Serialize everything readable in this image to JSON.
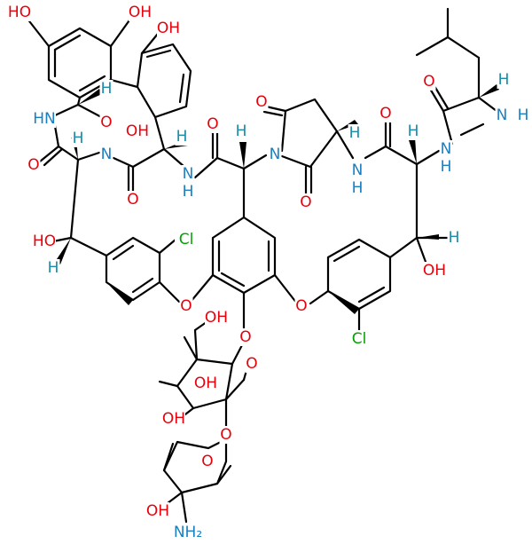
{
  "molecule": {
    "atom_labels": [
      {
        "id": "oh-top-left",
        "text": "HO",
        "color": "#e8000b"
      },
      {
        "id": "oh-top-mid",
        "text": "OH",
        "color": "#e8000b"
      },
      {
        "id": "oh-top-ring",
        "text": "OH",
        "color": "#e8000b"
      },
      {
        "id": "h-a1",
        "text": "H",
        "color": "#1a8ca8"
      },
      {
        "id": "nh-left",
        "text": "HN",
        "color": "#1a7fc1"
      },
      {
        "id": "oh-acid",
        "text": "OH",
        "color": "#e8000b"
      },
      {
        "id": "o-acid",
        "text": "O",
        "color": "#e8000b"
      },
      {
        "id": "h-a2",
        "text": "H",
        "color": "#1a8ca8"
      },
      {
        "id": "h-a3",
        "text": "H",
        "color": "#1a8ca8"
      },
      {
        "id": "o-left",
        "text": "O",
        "color": "#e8000b"
      },
      {
        "id": "n-2",
        "text": "N",
        "color": "#1a7fc1"
      },
      {
        "id": "h-n2",
        "text": "H",
        "color": "#1a7fc1"
      },
      {
        "id": "o-amide2",
        "text": "O",
        "color": "#e8000b"
      },
      {
        "id": "n-3",
        "text": "N",
        "color": "#1a7fc1"
      },
      {
        "id": "h-n3",
        "text": "H",
        "color": "#1a7fc1"
      },
      {
        "id": "o-amide3",
        "text": "O",
        "color": "#e8000b"
      },
      {
        "id": "h-a4",
        "text": "H",
        "color": "#1a8ca8"
      },
      {
        "id": "o-pyr-top",
        "text": "O",
        "color": "#e8000b"
      },
      {
        "id": "n-pyr",
        "text": "N",
        "color": "#1a7fc1"
      },
      {
        "id": "o-pyr-bot",
        "text": "O",
        "color": "#e8000b"
      },
      {
        "id": "h-a5",
        "text": "H",
        "color": "#1a8ca8"
      },
      {
        "id": "n-5",
        "text": "N",
        "color": "#1a7fc1"
      },
      {
        "id": "h-n5",
        "text": "H",
        "color": "#1a7fc1"
      },
      {
        "id": "o-amide5",
        "text": "O",
        "color": "#e8000b"
      },
      {
        "id": "h-a6",
        "text": "H",
        "color": "#1a8ca8"
      },
      {
        "id": "n-6",
        "text": "N",
        "color": "#1a7fc1"
      },
      {
        "id": "h-n6",
        "text": "H",
        "color": "#1a7fc1"
      },
      {
        "id": "o-leu",
        "text": "O",
        "color": "#e8000b"
      },
      {
        "id": "h-leu",
        "text": "H",
        "color": "#1a8ca8"
      },
      {
        "id": "n-me",
        "text": "N",
        "color": "#1a7fc1"
      },
      {
        "id": "h-me",
        "text": "H",
        "color": "#1a7fc1"
      },
      {
        "id": "oh-left-benzyl",
        "text": "HO",
        "color": "#e8000b"
      },
      {
        "id": "h-benzyl-left",
        "text": "H",
        "color": "#1a8ca8"
      },
      {
        "id": "cl-left",
        "text": "Cl",
        "color": "#00a300"
      },
      {
        "id": "h-benzyl-right",
        "text": "H",
        "color": "#1a8ca8"
      },
      {
        "id": "oh-right-benzyl",
        "text": "OH",
        "color": "#e8000b"
      },
      {
        "id": "o-ether-left",
        "text": "O",
        "color": "#e8000b"
      },
      {
        "id": "o-ether-right",
        "text": "O",
        "color": "#e8000b"
      },
      {
        "id": "cl-right",
        "text": "Cl",
        "color": "#00a300"
      },
      {
        "id": "o-glyc",
        "text": "O",
        "color": "#e8000b"
      },
      {
        "id": "oh-sugar-ch2",
        "text": "OH",
        "color": "#e8000b"
      },
      {
        "id": "o-sugar-ring",
        "text": "O",
        "color": "#e8000b"
      },
      {
        "id": "oh-sugar-3",
        "text": "OH",
        "color": "#e8000b"
      },
      {
        "id": "oh-sugar-4",
        "text": "OH",
        "color": "#e8000b"
      },
      {
        "id": "o-sugar-link",
        "text": "O",
        "color": "#e8000b"
      },
      {
        "id": "o-sugar2-ring",
        "text": "O",
        "color": "#e8000b"
      },
      {
        "id": "oh-sugar2",
        "text": "OH",
        "color": "#e8000b"
      },
      {
        "id": "nh2",
        "text": "NH₂",
        "color": "#1a7fc1"
      }
    ]
  }
}
